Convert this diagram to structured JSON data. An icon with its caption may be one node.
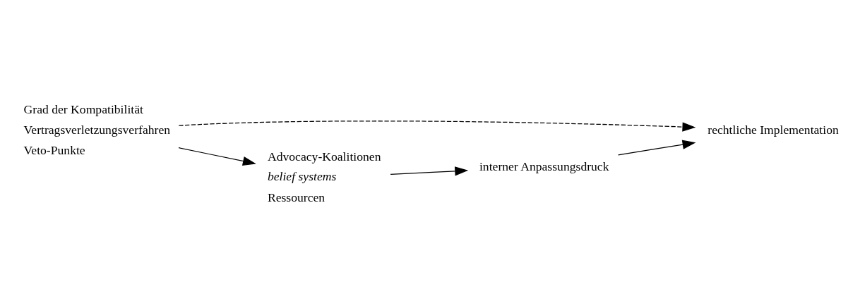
{
  "diagram": {
    "nodes": [
      {
        "text": [
          "Grad der Kompatibilität",
          "Vertragsverletzungsverfahren",
          "Veto-Punkte"
        ]
      },
      {
        "text": [
          "rechtliche Implementation"
        ]
      },
      {
        "text": [
          "Advocacy-Koalitionen",
          "belief systems",
          "Ressourcen"
        ]
      },
      {
        "text": [
          "interner Anpassungsdruck"
        ]
      }
    ],
    "edges": [
      {
        "from": 0,
        "to": 1,
        "arrow": "to",
        "style": "dashed"
      },
      {
        "from": 0,
        "to": 2,
        "arrow": "to"
      },
      {
        "from": 2,
        "to": 3,
        "arrow": "to"
      },
      {
        "from": 3,
        "to": 1,
        "arrow": "to"
      }
    ]
  }
}
